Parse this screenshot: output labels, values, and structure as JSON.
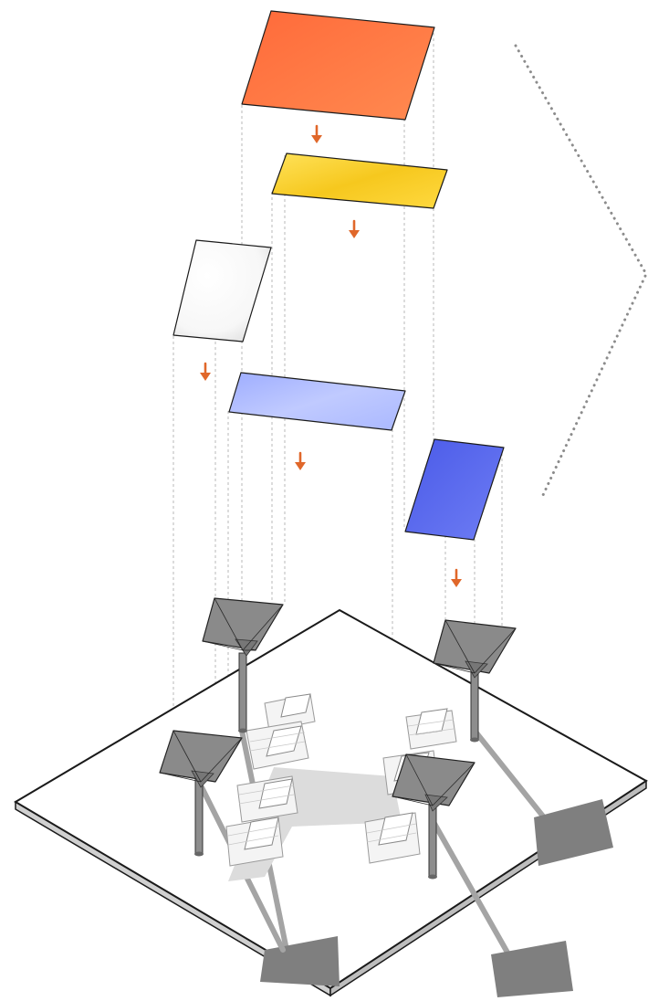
{
  "colors": {
    "arrow": "#e0672a",
    "panel_orange": "#ff7a45",
    "panel_yellow": "#ffd93a",
    "panel_white": "#ffffff",
    "panel_lavender": "#aab8ff",
    "panel_blue": "#5566ee",
    "umbrella": "#8a8a8a",
    "ground": "#ffffff",
    "dotted_line": "#8c8c8c"
  },
  "panels": [
    {
      "name": "orange-panel",
      "color": "#ff7a45"
    },
    {
      "name": "yellow-panel",
      "color": "#ffd93a"
    },
    {
      "name": "white-panel",
      "color": "#ffffff"
    },
    {
      "name": "lavender-panel",
      "color": "#aab8ff"
    },
    {
      "name": "blue-panel",
      "color": "#5566ee"
    }
  ],
  "arrow_icon": "down-arrow-icon",
  "umbrella_count": 4,
  "building_rows": 2
}
